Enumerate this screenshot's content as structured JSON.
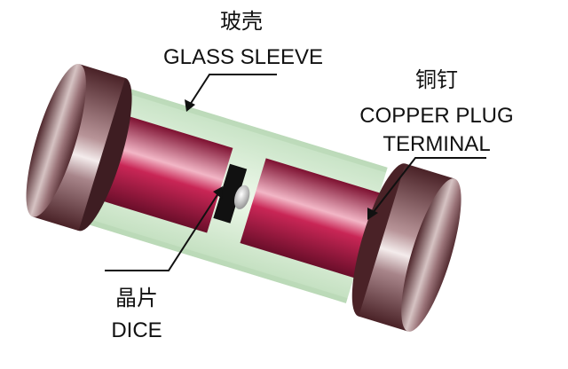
{
  "labels": {
    "glass_sleeve": {
      "cn": "玻壳",
      "en": "GLASS SLEEVE"
    },
    "copper_plug": {
      "cn": "铜钉",
      "en_line1": "COPPER PLUG",
      "en_line2": "TERMINAL"
    },
    "dice": {
      "cn": "晶片",
      "en": "DICE"
    }
  },
  "colors": {
    "glass": "#d8ecd2",
    "slug": "#b5234a",
    "cap": "#6b3a3f",
    "die": "#111111",
    "leader": "#111111"
  }
}
